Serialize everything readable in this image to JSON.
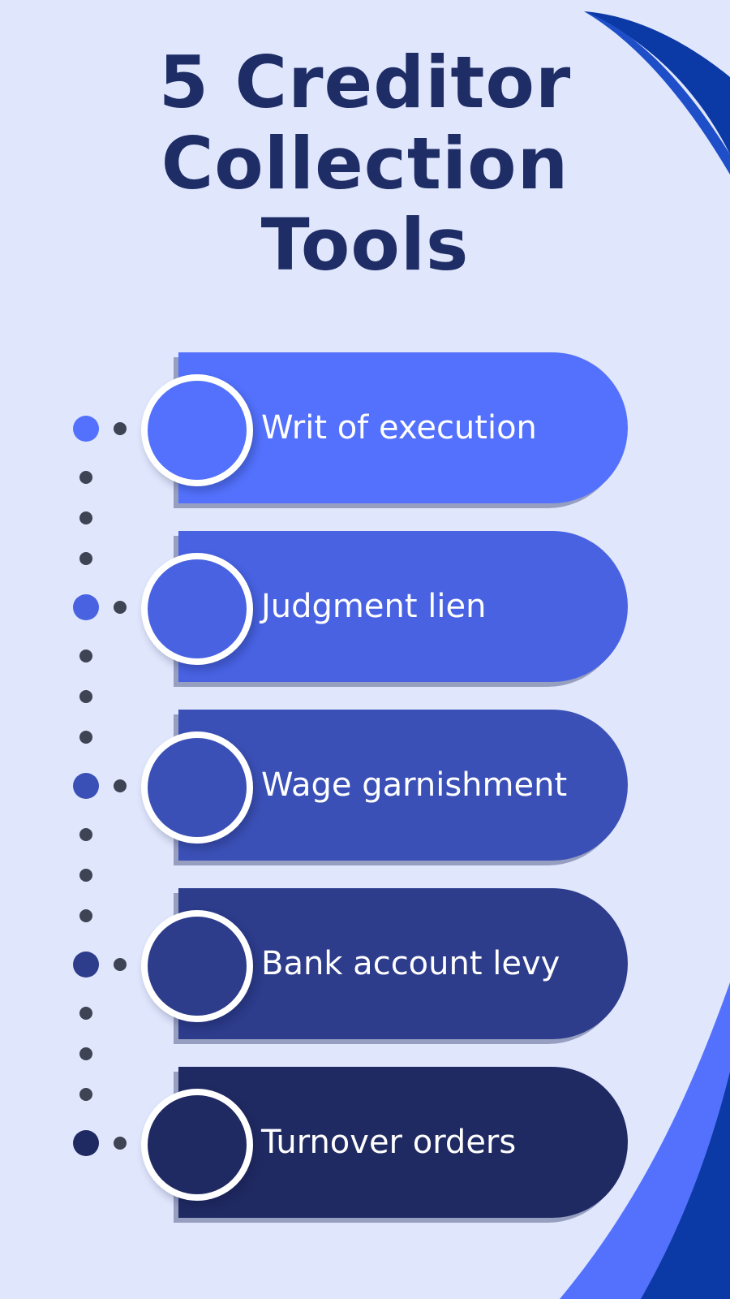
{
  "title": {
    "line1": "5 Creditor",
    "line2": "Collection",
    "line3": "Tools"
  },
  "items": [
    {
      "label": "Writ of execution",
      "color": "#5371fc",
      "icon": "circle-ring-icon"
    },
    {
      "label": "Judgment lien",
      "color": "#4862e2",
      "icon": "circle-ring-icon"
    },
    {
      "label": "Wage garnishment",
      "color": "#3b50b6",
      "icon": "circle-ring-icon"
    },
    {
      "label": "Bank account levy",
      "color": "#2d3c8b",
      "icon": "circle-ring-icon"
    },
    {
      "label": "Turnover orders",
      "color": "#202a62",
      "icon": "circle-ring-icon"
    }
  ],
  "colors": {
    "background": "#e0e6fc",
    "title": "#1f2d66",
    "connector_dot": "#3f4454",
    "accent_swoosh_dark": "#0b3aa6",
    "accent_swoosh_light": "#5371fc"
  }
}
